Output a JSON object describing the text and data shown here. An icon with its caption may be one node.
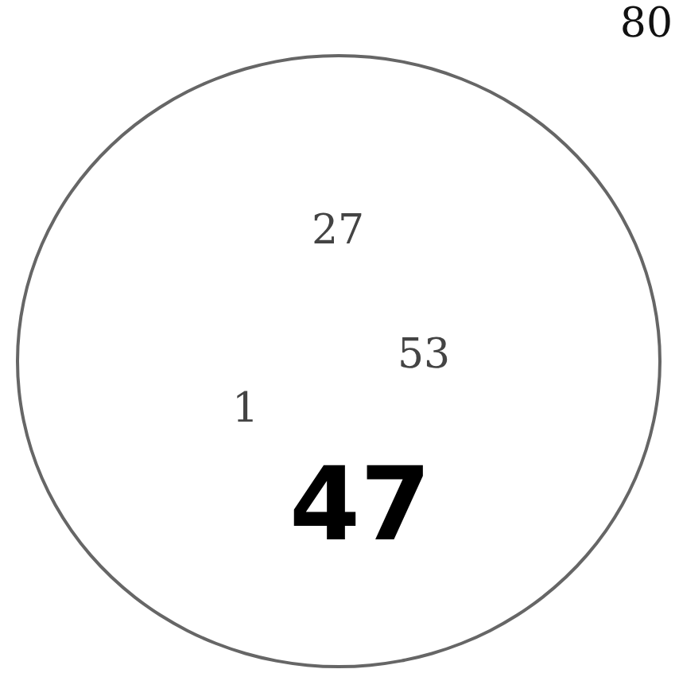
{
  "diagram": {
    "nodes": [
      {
        "text": [
          "27",
          "53",
          "1",
          "47"
        ]
      }
    ],
    "labels": [
      "80"
    ]
  }
}
